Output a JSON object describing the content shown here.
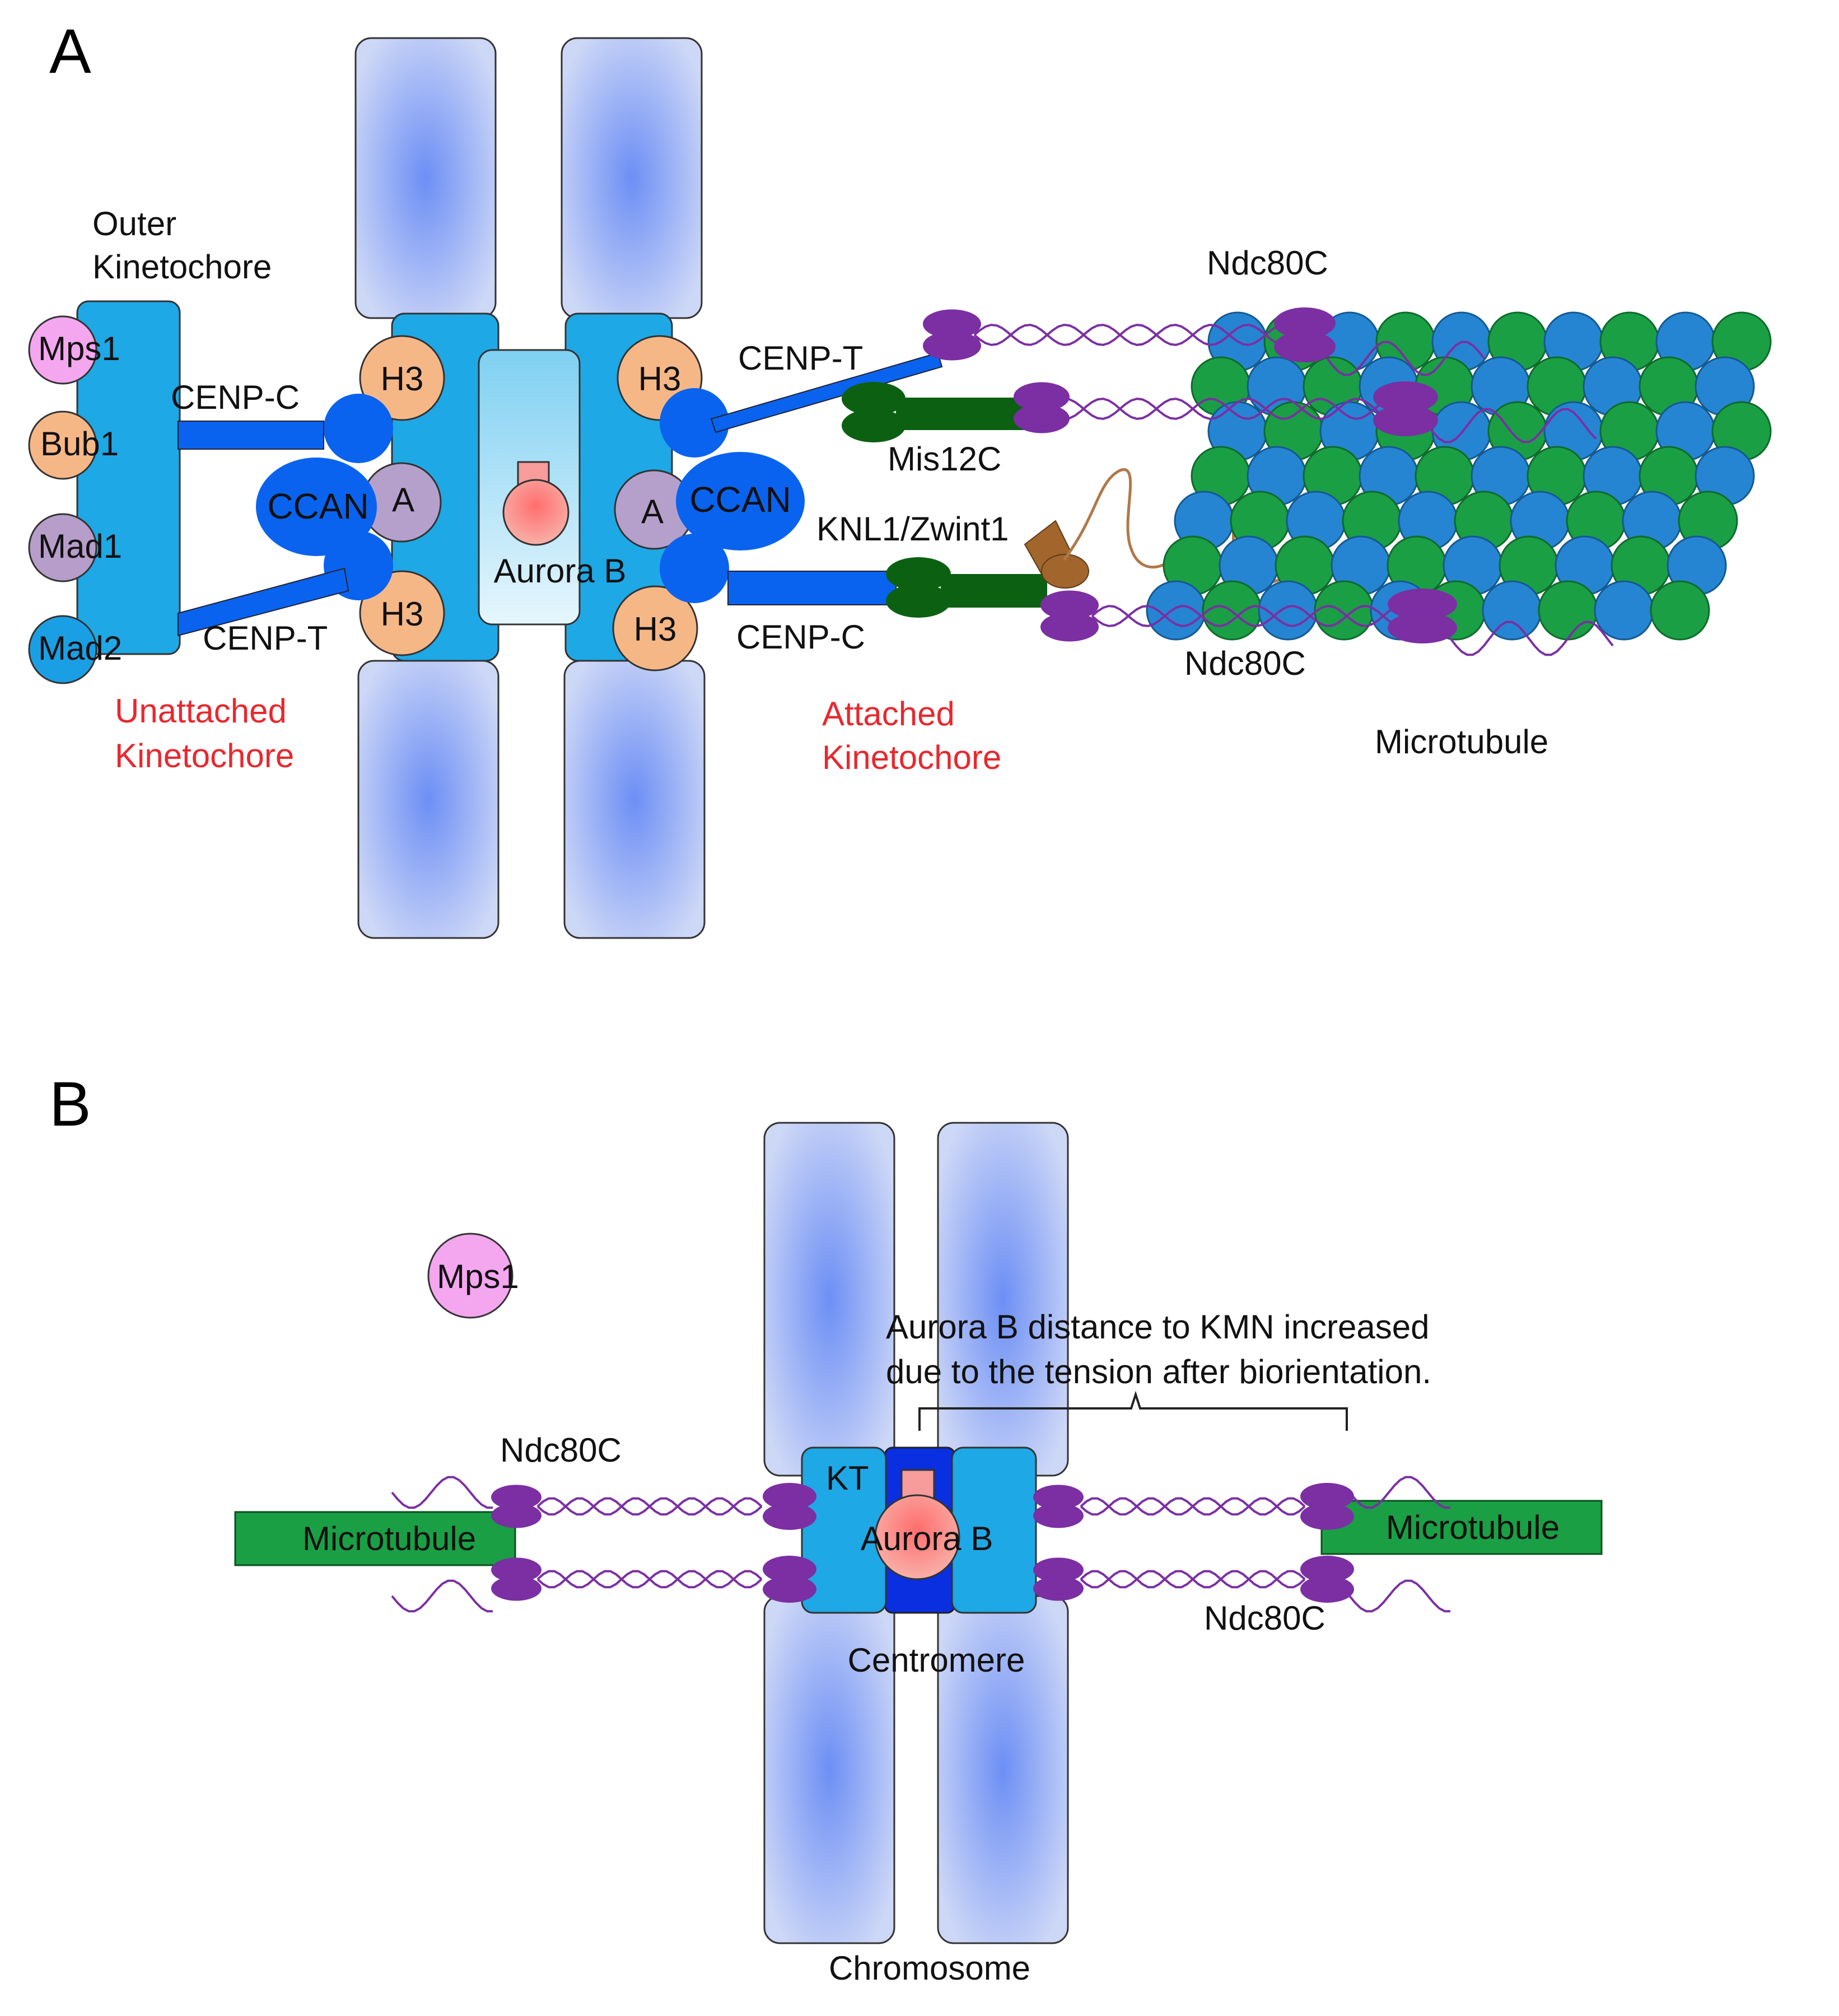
{
  "panels": {
    "a": {
      "letter": "A",
      "outer_kinetochore_line1": "Outer",
      "outer_kinetochore_line2": "Kinetochore",
      "mps1": "Mps1",
      "bub1": "Bub1",
      "mad1": "Mad1",
      "mad2": "Mad2",
      "cenp_c_left": "CENP-C",
      "cenp_t_left": "CENP-T",
      "ccan_left": "CCAN",
      "ccan_right": "CCAN",
      "h3_tl": "H3",
      "h3_bl": "H3",
      "h3_tr": "H3",
      "h3_br": "H3",
      "a_left": "A",
      "a_right": "A",
      "aurora_b": "Aurora B",
      "unattached_line1": "Unattached",
      "unattached_line2": "Kinetochore",
      "attached_line1": "Attached",
      "attached_line2": "Kinetochore",
      "cenp_t_right": "CENP-T",
      "cenp_c_right": "CENP-C",
      "mis12c": "Mis12C",
      "knl1_zwint1": "KNL1/Zwint1",
      "ndc80c_top": "Ndc80C",
      "ndc80c_bottom": "Ndc80C",
      "microtubule": "Microtubule"
    },
    "b": {
      "letter": "B",
      "mps1": "Mps1",
      "annotation_line1": "Aurora B distance to KMN increased",
      "annotation_line2": "due to the tension after biorientation.",
      "ndc80c_left": "Ndc80C",
      "ndc80c_right": "Ndc80C",
      "kt": "KT",
      "aurora_b": "Aurora B",
      "microtubule_left": "Microtubule",
      "microtubule_right": "Microtubule",
      "centromere": "Centromere",
      "chromosome": "Chromosome"
    }
  },
  "colors": {
    "chromatid": "#b9c8f2",
    "chromatid_center": "#6d8ff5",
    "kinetochore": "#1ea8e6",
    "ccan": "#0a63ee",
    "h3": "#f6b787",
    "cenp_a": "#b5a0cc",
    "aurora": "#f49a9a",
    "ndc80": "#7b2fa3",
    "mis12": "#0c6012",
    "knl1": "#a2652c",
    "mt_green": "#1a9f45",
    "mt_blue": "#2585d2",
    "mps1": "#f4a6ef",
    "mad1": "#b79dc9",
    "mad2": "#1a9fe5",
    "red_label": "#e8282e"
  }
}
